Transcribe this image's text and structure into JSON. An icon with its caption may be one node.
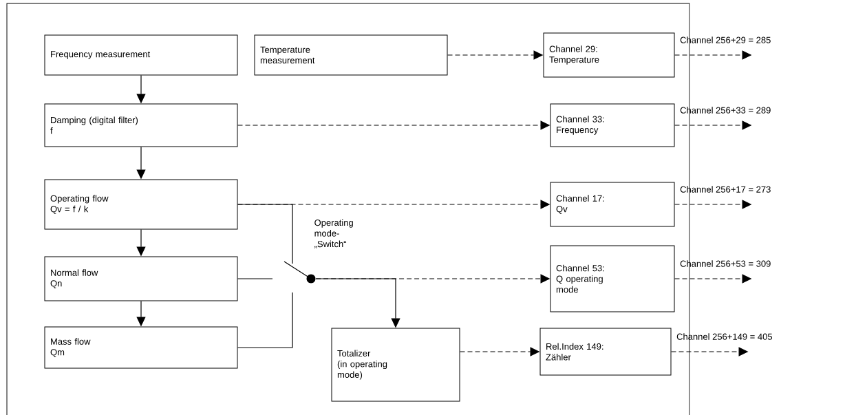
{
  "diagram": {
    "nodes": [
      {
        "text": [
          "Frequency measurement"
        ]
      },
      {
        "text": [
          "Temperature measurement"
        ]
      },
      {
        "text": [
          "Channel 29: Temperature"
        ]
      },
      {
        "text": [
          "Damping (digital filter)",
          "f"
        ]
      },
      {
        "text": [
          "Channel 33: Frequency"
        ]
      },
      {
        "text": [
          "Operating flow",
          "Qv = f / k"
        ]
      },
      {
        "text": [
          "Channel 17: Qv"
        ]
      },
      {
        "text": [
          "Normal flow",
          "Qn"
        ]
      },
      {
        "text": [
          "Channel 53: Q operating mode"
        ]
      },
      {
        "text": [
          "Mass flow",
          "Qm"
        ]
      },
      {
        "text": [
          "Totalizer",
          "(in operating mode)"
        ]
      },
      {
        "text": [
          "Rel.Index 149: Zähler"
        ]
      },
      {
        "text": [],
        "shape": "circle"
      }
    ],
    "edges": [
      {
        "from": 0,
        "to": 3,
        "arrow": "to"
      },
      {
        "from": 3,
        "to": 5,
        "arrow": "to"
      },
      {
        "from": 5,
        "to": 7,
        "arrow": "to"
      },
      {
        "from": 7,
        "to": 9,
        "arrow": "to"
      },
      {
        "from": 1,
        "to": 2,
        "arrow": "to",
        "style": "dashed"
      },
      {
        "from": 3,
        "to": 4,
        "arrow": "to",
        "style": "dashed"
      },
      {
        "from": 5,
        "to": 6,
        "arrow": "to",
        "style": "dashed"
      },
      {
        "from": 5,
        "to": 12,
        "arrow": "none"
      },
      {
        "from": 7,
        "to": 12,
        "arrow": "none"
      },
      {
        "from": 9,
        "to": 12,
        "arrow": "none"
      },
      {
        "from": 12,
        "to": 8,
        "arrow": "to",
        "style": "dashed"
      },
      {
        "from": 12,
        "to": 10,
        "arrow": "to"
      },
      {
        "from": 10,
        "to": 11,
        "arrow": "to",
        "style": "dashed"
      },
      {
        "from": 2,
        "to": null,
        "arrow": "to",
        "style": "dashed",
        "label": "Channel 256+29 = 285"
      },
      {
        "from": 4,
        "to": null,
        "arrow": "to",
        "style": "dashed",
        "label": "Channel 256+33 = 289"
      },
      {
        "from": 6,
        "to": null,
        "arrow": "to",
        "style": "dashed",
        "label": "Channel 256+17 = 273"
      },
      {
        "from": 8,
        "to": null,
        "arrow": "to",
        "style": "dashed",
        "label": "Channel 256+53 = 309"
      },
      {
        "from": 11,
        "to": null,
        "arrow": "to",
        "style": "dashed",
        "label": "Channel 256+149 = 405"
      }
    ],
    "labels": [
      "Operating mode- „Switch“"
    ]
  }
}
